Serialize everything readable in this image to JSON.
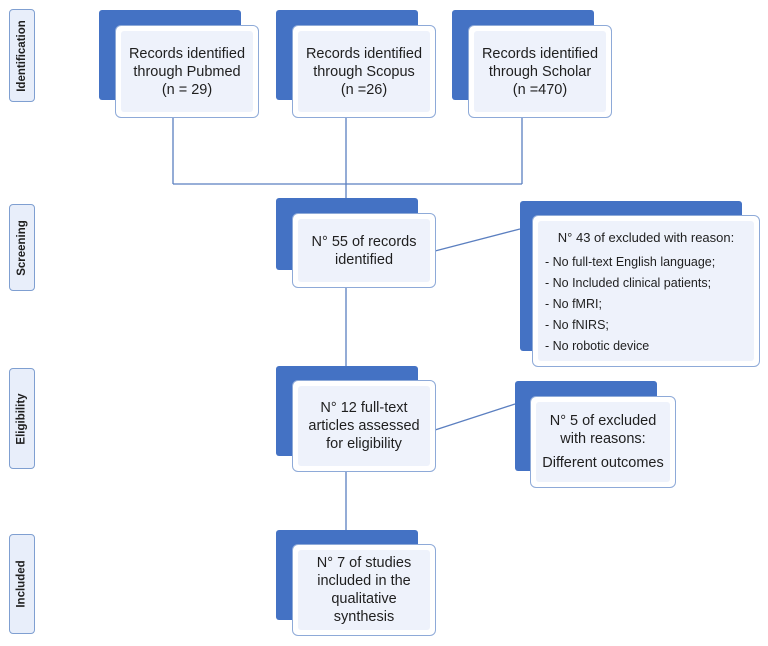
{
  "stages": [
    {
      "label": "Identification"
    },
    {
      "label": "Screening"
    },
    {
      "label": "Eligibility"
    },
    {
      "label": "Included"
    }
  ],
  "identification": {
    "pubmed": [
      "Records identified",
      "through Pubmed",
      "(n = 29)"
    ],
    "scopus": [
      "Records identified",
      "through Scopus",
      "(n =26)"
    ],
    "scholar": [
      "Records identified",
      "through Scholar",
      "(n =470)"
    ]
  },
  "screening": {
    "records": [
      "N° 55 of records",
      "identified"
    ],
    "excluded_title": "N° 43 of excluded with reason:",
    "excluded_reasons": [
      "- No full-text English language;",
      "- No Included clinical patients;",
      "- No fMRI;",
      "- No fNIRS;",
      "- No robotic device"
    ]
  },
  "eligibility": {
    "assessed": [
      "N° 12 full-text",
      "articles assessed",
      "for eligibility"
    ],
    "excluded": [
      "N° 5 of excluded",
      "with reasons:",
      "Different outcomes"
    ]
  },
  "included": {
    "studies": [
      "N° 7 of studies",
      "included in the",
      "qualitative",
      "synthesis"
    ]
  },
  "colors": {
    "shadow": "#4472c4",
    "border": "#8eaad8",
    "inner": "#eef2fb",
    "line": "#5b7fc0"
  }
}
